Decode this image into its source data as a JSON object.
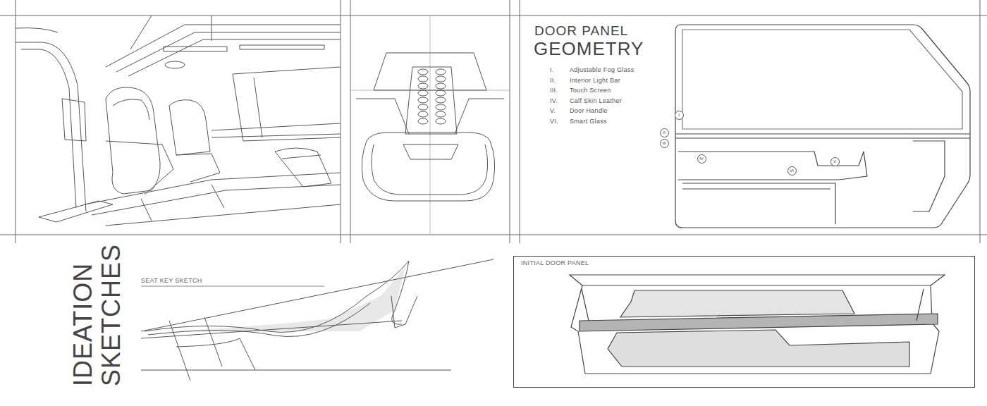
{
  "diagram": {
    "nodes": [
      {
        "text": [
          "INITIAL DOOR PANEL"
        ]
      }
    ],
    "labels": [
      "DOOR PANEL",
      "GEOMETRY",
      "I.",
      "Adjustable Fog Glass",
      "II.",
      "Interior Light Bar",
      "III.",
      "Touch Screen",
      "IV.",
      "Calf Skin Leather",
      "V.",
      "Door Handle",
      "VI.",
      "Smart Glass",
      "I",
      "II",
      "III",
      "IV",
      "VI",
      "V",
      "IDEATION",
      "SKETCHES",
      "SEAT KEY SKETCH"
    ]
  }
}
